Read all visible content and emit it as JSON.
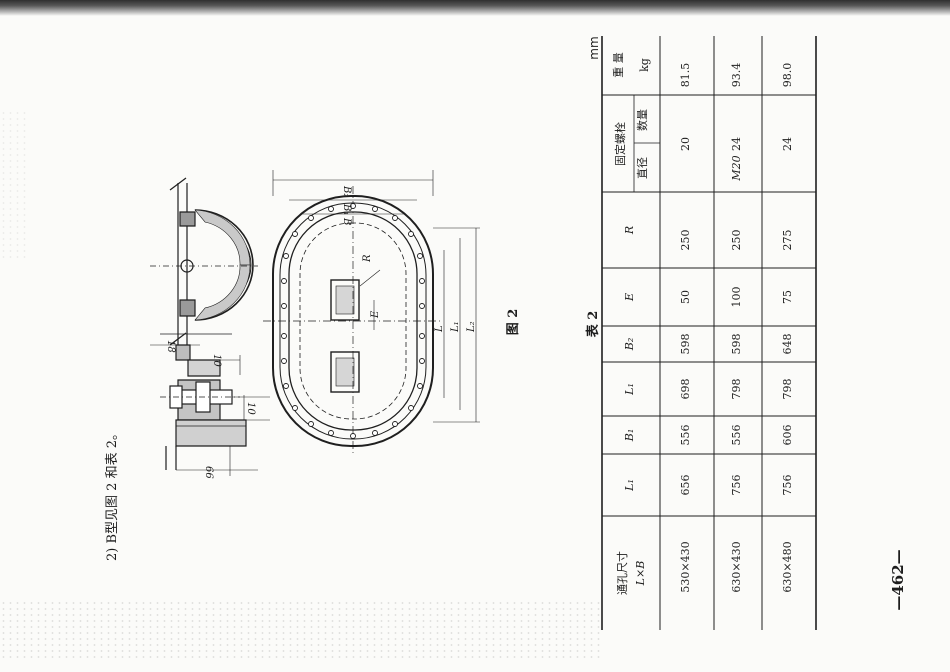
{
  "note": "2) B型见图 2 和表 2。",
  "figure": {
    "caption": "图  2",
    "dimension_labels": {
      "B": "B",
      "B1": "B₁",
      "B2": "B₂",
      "L": "L",
      "L1": "L₁",
      "L2": "L₂",
      "R": "R",
      "E": "E",
      "dim_10a": "10",
      "dim_10b": "10",
      "dim_18": "18",
      "dim_66": "66"
    }
  },
  "table": {
    "caption": "表  2",
    "unit": "mm",
    "header_size_1": "通孔尺寸",
    "header_size_2": "L×B",
    "header_L1": "L₁",
    "header_B1": "B₁",
    "header_L1b": "L₁",
    "header_B2": "B₂",
    "header_E": "E",
    "header_R": "R",
    "header_bolt": "固定螺栓",
    "header_bolt_dia": "直径",
    "header_bolt_qty": "数量",
    "header_weight": "重  量",
    "header_weight_unit": "kg",
    "bolt_diameter": "M20",
    "rows": [
      {
        "size": "530×430",
        "L1": "656",
        "B1": "556",
        "L1b": "698",
        "B2": "598",
        "E": "50",
        "R": "250",
        "qty": "20",
        "weight": "81.5"
      },
      {
        "size": "630×430",
        "L1": "756",
        "B1": "556",
        "L1b": "798",
        "B2": "598",
        "E": "100",
        "R": "250",
        "qty": "24",
        "weight": "93.4"
      },
      {
        "size": "630×480",
        "L1": "756",
        "B1": "606",
        "L1b": "798",
        "B2": "648",
        "E": "75",
        "R": "275",
        "qty": "24",
        "weight": "98.0"
      }
    ]
  },
  "page_number": "—462—"
}
